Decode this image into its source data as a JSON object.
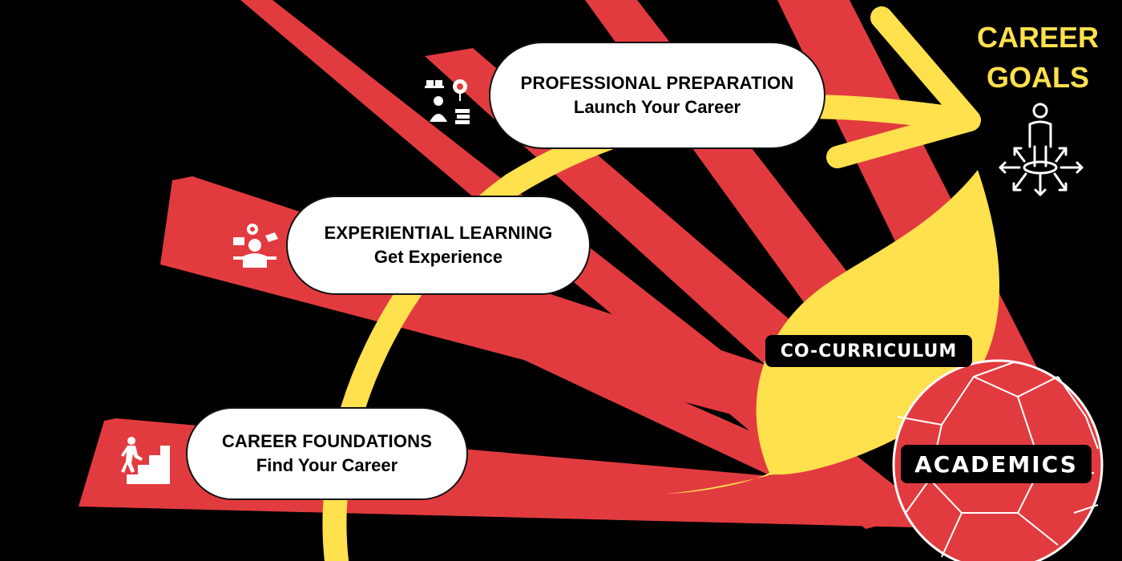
{
  "stages": [
    {
      "title": "PROFESSIONAL PREPARATION",
      "subtitle": "Launch Your Career",
      "icon": "student-study-icon"
    },
    {
      "title": "EXPERIENTIAL LEARNING",
      "subtitle": "Get Experience",
      "icon": "learner-icon"
    },
    {
      "title": "CAREER FOUNDATIONS",
      "subtitle": "Find Your Career",
      "icon": "stairs-climb-icon"
    }
  ],
  "goal": {
    "title_line1": "CAREER",
    "title_line2": "GOALS",
    "icon": "person-directions-icon"
  },
  "cocurriculum": "CO-CURRICULUM",
  "academics": "ACADEMICS",
  "colors": {
    "background": "#000000",
    "ray": "#e23b3f",
    "accent": "#ffe04d",
    "pill": "#ffffff"
  }
}
